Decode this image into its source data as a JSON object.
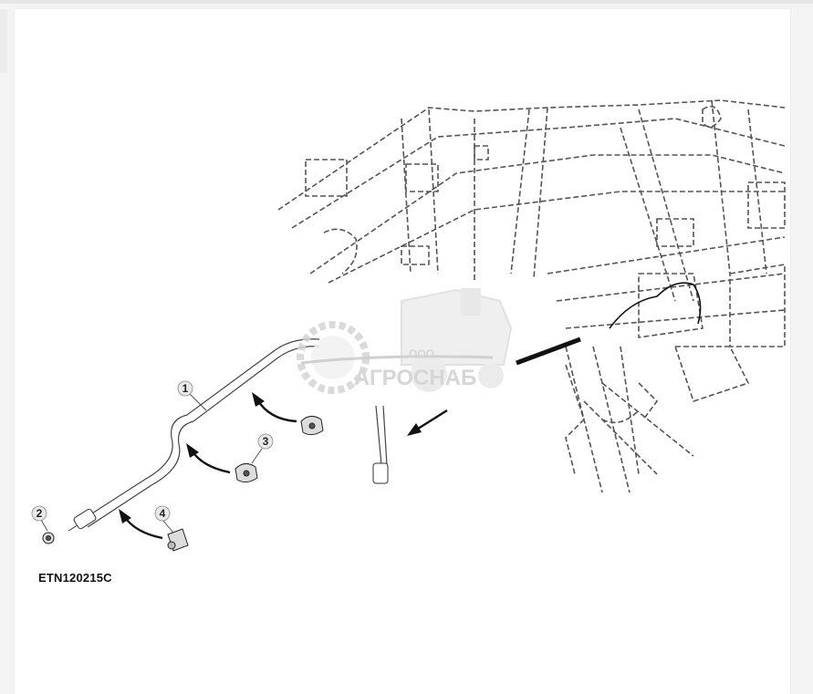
{
  "figure": {
    "code": "ETN120215C"
  },
  "callouts": [
    {
      "id": "1",
      "label": "1"
    },
    {
      "id": "2",
      "label": "2"
    },
    {
      "id": "3",
      "label": "3"
    },
    {
      "id": "4",
      "label": "4"
    }
  ],
  "watermark": {
    "small": "ООО",
    "brand": "АГРОСНАБ"
  },
  "colors": {
    "line": "#333333",
    "watermark": "#cfcfcf",
    "background": "#ffffff"
  }
}
